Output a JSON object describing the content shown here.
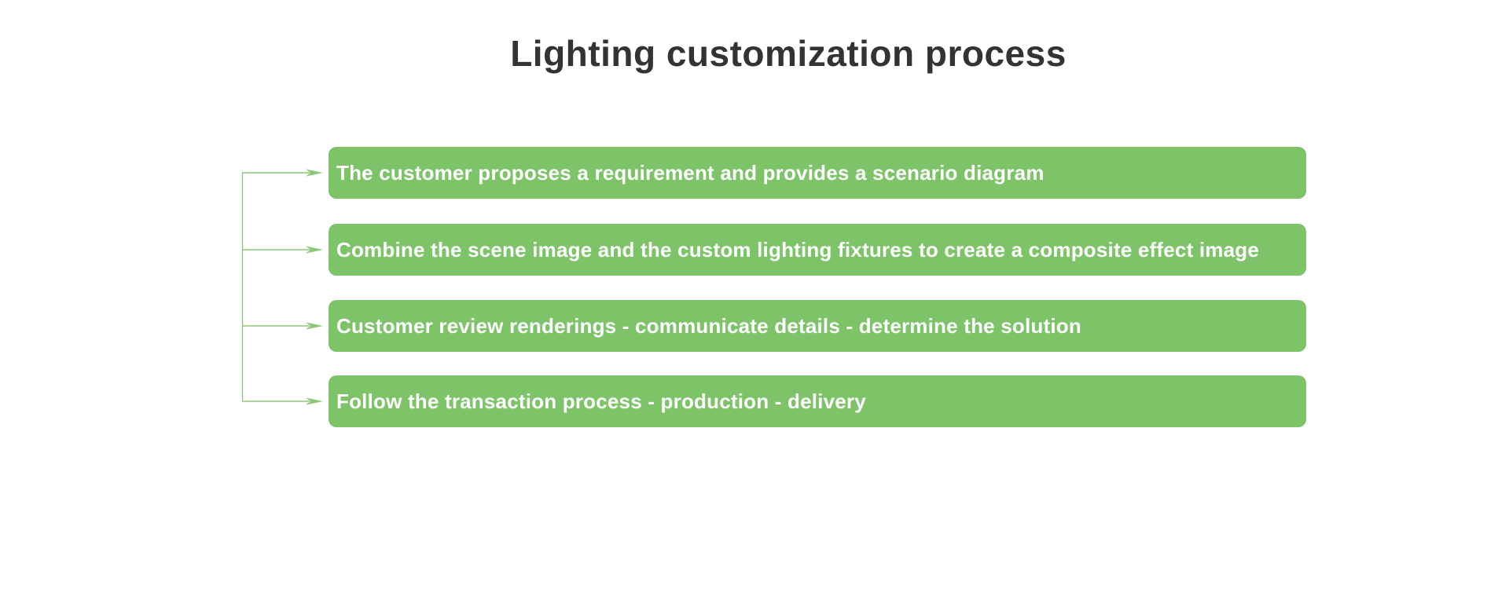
{
  "title": "Lighting customization process",
  "steps": [
    {
      "label": "The customer proposes a requirement and provides a scenario diagram"
    },
    {
      "label": "Combine the scene image and the custom lighting fixtures to create a composite effect image"
    },
    {
      "label": "Customer review renderings - communicate details - determine the solution"
    },
    {
      "label": "Follow the transaction process - production - delivery"
    }
  ],
  "connector": {
    "arrow_icon": "arrow-right-dart",
    "style": "elbow-trunk-with-branches"
  },
  "colors": {
    "box_green": "#7dc368",
    "connector_green": "#8cc878",
    "title_text": "#333333",
    "box_text": "#ffffff",
    "background": "#ffffff"
  }
}
